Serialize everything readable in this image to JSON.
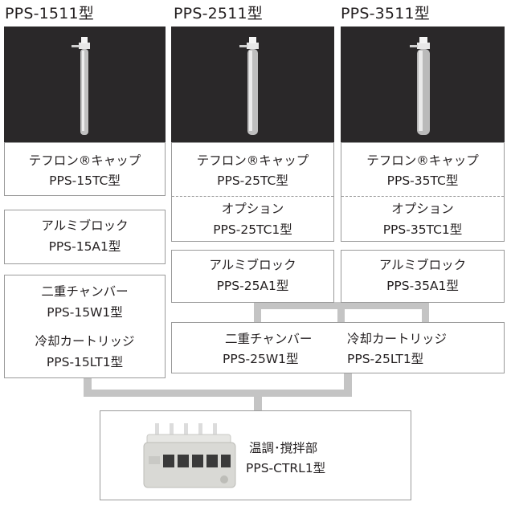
{
  "columns": [
    {
      "title": "PPS-1511型",
      "cap_name": "テフロン®キャップ",
      "cap_model": "PPS-15TC型",
      "block_name": "アルミブロック",
      "block_model": "PPS-15A1型",
      "chamber_name": "二重チャンバー",
      "chamber_model": "PPS-15W1型",
      "cartridge_name": "冷却カートリッジ",
      "cartridge_model": "PPS-15LT1型"
    },
    {
      "title": "PPS-2511型",
      "cap_name": "テフロン®キャップ",
      "cap_model": "PPS-25TC型",
      "option_name": "オプション",
      "option_model": "PPS-25TC1型",
      "block_name": "アルミブロック",
      "block_model": "PPS-25A1型"
    },
    {
      "title": "PPS-3511型",
      "cap_name": "テフロン®キャップ",
      "cap_model": "PPS-35TC型",
      "option_name": "オプション",
      "option_model": "PPS-35TC1型",
      "block_name": "アルミブロック",
      "block_model": "PPS-35A1型"
    }
  ],
  "shared": {
    "chamber_name": "二重チャンバー",
    "chamber_model": "PPS-25W1型",
    "cartridge_name": "冷却カートリッジ",
    "cartridge_model": "PPS-25LT1型"
  },
  "controller": {
    "name": "温調･撹拌部",
    "model": "PPS-CTRL1型"
  },
  "colors": {
    "photo_background": "#2a2829",
    "box_border": "#9a9a9a",
    "connector": "#c4c4c4"
  }
}
